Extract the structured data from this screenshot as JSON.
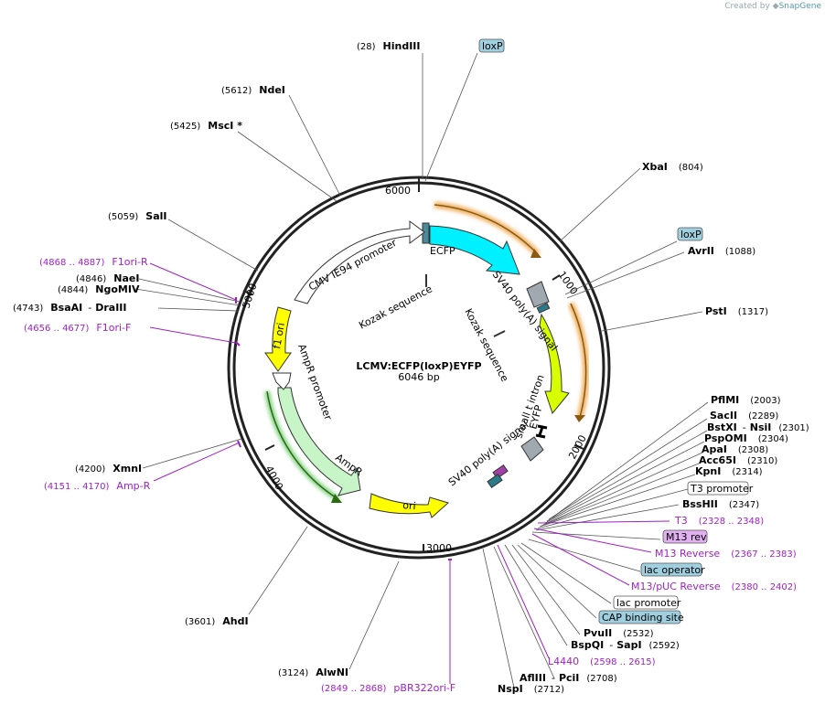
{
  "credit": {
    "prefix": "Created by",
    "brand": "SnapGene"
  },
  "plasmid": {
    "name": "LCMV:ECFP(loxP)EYFP",
    "size": "6046 bp"
  },
  "ticks": [
    "1000",
    "2000",
    "3000",
    "4000",
    "5000",
    "6000"
  ],
  "features": {
    "cmv": "CMV IE94 promoter",
    "ecfp": "ECFP",
    "kozak1": "Kozak sequence",
    "kozak2": "Kozak sequence",
    "sv40_1": "SV40 poly(A) signal",
    "eyfp": "EYFP",
    "small_t": "small t intron",
    "sv40_2": "SV40 poly(A) signal",
    "ori": "ori",
    "ampr": "AmpR",
    "ampr_promoter": "AmpR promoter",
    "f1ori": "f1 ori"
  },
  "sites": {
    "hindiii": {
      "name": "HindIII",
      "pos": "(28)"
    },
    "ndei": {
      "name": "NdeI",
      "pos": "(5612)"
    },
    "msci": {
      "name": "MscI *",
      "pos": "(5425)"
    },
    "sali": {
      "name": "SalI",
      "pos": "(5059)"
    },
    "naei": {
      "name": "NaeI",
      "pos": "(4846)"
    },
    "ngomiv": {
      "name": "NgoMIV",
      "pos": "(4844)"
    },
    "bsaai": {
      "name": "BsaAI",
      "name2": "DraIII",
      "pos": "(4743)"
    },
    "xmni": {
      "name": "XmnI",
      "pos": "(4200)"
    },
    "ahdi": {
      "name": "AhdI",
      "pos": "(3601)"
    },
    "alwni": {
      "name": "AlwNI",
      "pos": "(3124)"
    },
    "xbai": {
      "name": "XbaI",
      "pos": "(804)"
    },
    "avrii": {
      "name": "AvrII",
      "pos": "(1088)"
    },
    "psti": {
      "name": "PstI",
      "pos": "(1317)"
    },
    "pfimi": {
      "name": "PflMI",
      "pos": "(2003)"
    },
    "sacii": {
      "name": "SacII",
      "pos": "(2289)"
    },
    "bstxi": {
      "name": "BstXI",
      "name2": "NsiI",
      "pos": "(2301)"
    },
    "pspomi": {
      "name": "PspOMI",
      "pos": "(2304)"
    },
    "apai": {
      "name": "ApaI",
      "pos": "(2308)"
    },
    "acc65i": {
      "name": "Acc65I",
      "pos": "(2310)"
    },
    "kpni": {
      "name": "KpnI",
      "pos": "(2314)"
    },
    "bsshii": {
      "name": "BssHII",
      "pos": "(2347)"
    },
    "pvuii": {
      "name": "PvuII",
      "pos": "(2532)"
    },
    "bspqi": {
      "name": "BspQI",
      "name2": "SapI",
      "pos": "(2592)"
    },
    "afliii": {
      "name": "AflIII",
      "name2": "PciI",
      "pos": "(2708)"
    },
    "nspi": {
      "name": "NspI",
      "pos": "(2712)"
    }
  },
  "primers": {
    "f1ori_r": {
      "name": "F1ori-R",
      "pos": "(4868 .. 4887)"
    },
    "f1ori_f": {
      "name": "F1ori-F",
      "pos": "(4656 .. 4677)"
    },
    "amp_r": {
      "name": "Amp-R",
      "pos": "(4151 .. 4170)"
    },
    "pbr322": {
      "name": "pBR322ori-F",
      "pos": "(2849 .. 2868)"
    },
    "t3": {
      "name": "T3",
      "pos": "(2328 .. 2348)"
    },
    "m13rev": {
      "name": "M13 Reverse",
      "pos": "(2367 .. 2383)"
    },
    "m13puc": {
      "name": "M13/pUC Reverse",
      "pos": "(2380 .. 2402)"
    },
    "l4440": {
      "name": "L4440",
      "pos": "(2598 .. 2615)"
    }
  },
  "boxes": {
    "loxp1": "loxP",
    "loxp2": "loxP",
    "t3promoter": "T3 promoter",
    "m13rev": "M13 rev",
    "lacoperator": "lac operator",
    "lacpromoter": "lac promoter",
    "cap": "CAP binding site"
  },
  "colors": {
    "ecfp": "#00f0ff",
    "eyfp": "#d8ff00",
    "ori": "#ffff00",
    "f1ori": "#ffff00",
    "ampr": "#c8f5c8",
    "cmv": "#ffffff",
    "sv40": "#a0a8b0",
    "primer": "#a020c8",
    "loxp": "#a0d0e0",
    "orange": "#f0a030"
  }
}
